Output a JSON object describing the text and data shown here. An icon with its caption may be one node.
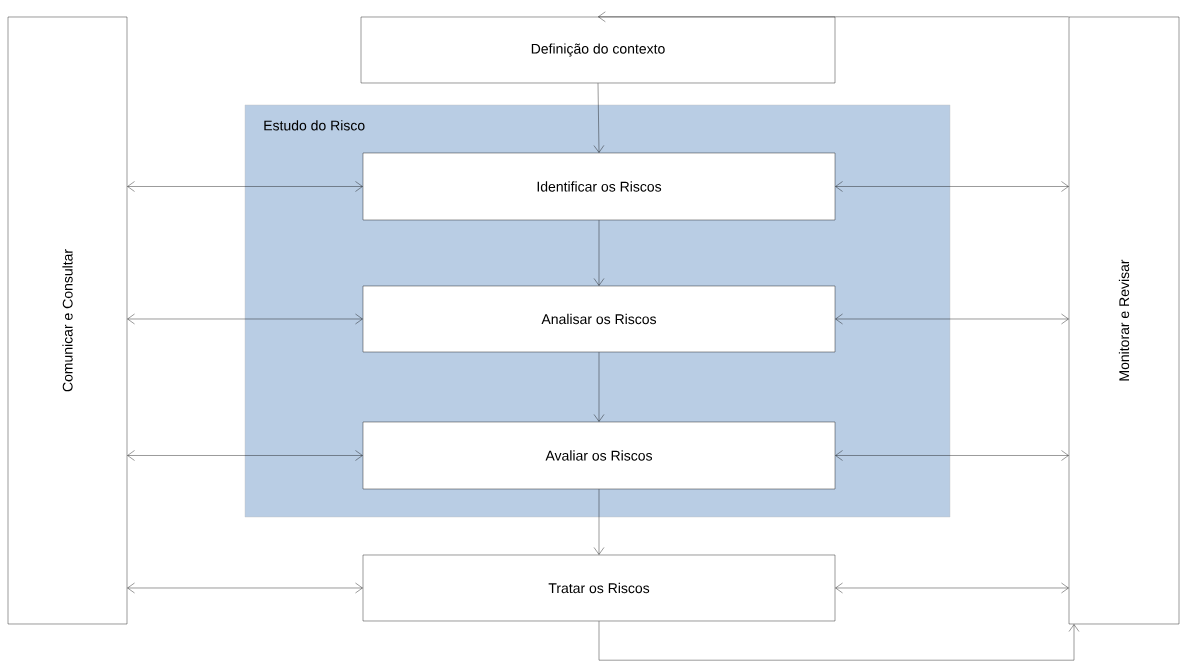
{
  "diagram": {
    "nodes": [
      {
        "text": [
          "Comunicar e Consultar"
        ]
      },
      {
        "text": [
          "Definição do contexto"
        ]
      },
      {
        "text": [
          "Estudo do Risco"
        ]
      },
      {
        "text": [
          "Identificar os Riscos"
        ],
        "in": 2
      },
      {
        "text": [
          "Analisar os Riscos"
        ],
        "in": 2
      },
      {
        "text": [
          "Avaliar os Riscos"
        ],
        "in": 2
      },
      {
        "text": [
          "Tratar os Riscos"
        ]
      },
      {
        "text": [
          "Monitorar e Revisar"
        ]
      }
    ],
    "edges": [
      {
        "from": 1,
        "to": 3,
        "arrow": "to"
      },
      {
        "from": 3,
        "to": 4,
        "arrow": "to"
      },
      {
        "from": 4,
        "to": 5,
        "arrow": "to"
      },
      {
        "from": 5,
        "to": 6,
        "arrow": "to"
      },
      {
        "from": 0,
        "to": 3,
        "arrow": "both"
      },
      {
        "from": 3,
        "to": 7,
        "arrow": "both"
      },
      {
        "from": 0,
        "to": 4,
        "arrow": "both"
      },
      {
        "from": 4,
        "to": 7,
        "arrow": "both"
      },
      {
        "from": 0,
        "to": 5,
        "arrow": "both"
      },
      {
        "from": 5,
        "to": 7,
        "arrow": "both"
      },
      {
        "from": 0,
        "to": 6,
        "arrow": "both"
      },
      {
        "from": 6,
        "to": 7,
        "arrow": "both"
      },
      {
        "from": 6,
        "to": 7,
        "arrow": "to"
      },
      {
        "from": 7,
        "to": 1,
        "arrow": "to"
      }
    ]
  }
}
